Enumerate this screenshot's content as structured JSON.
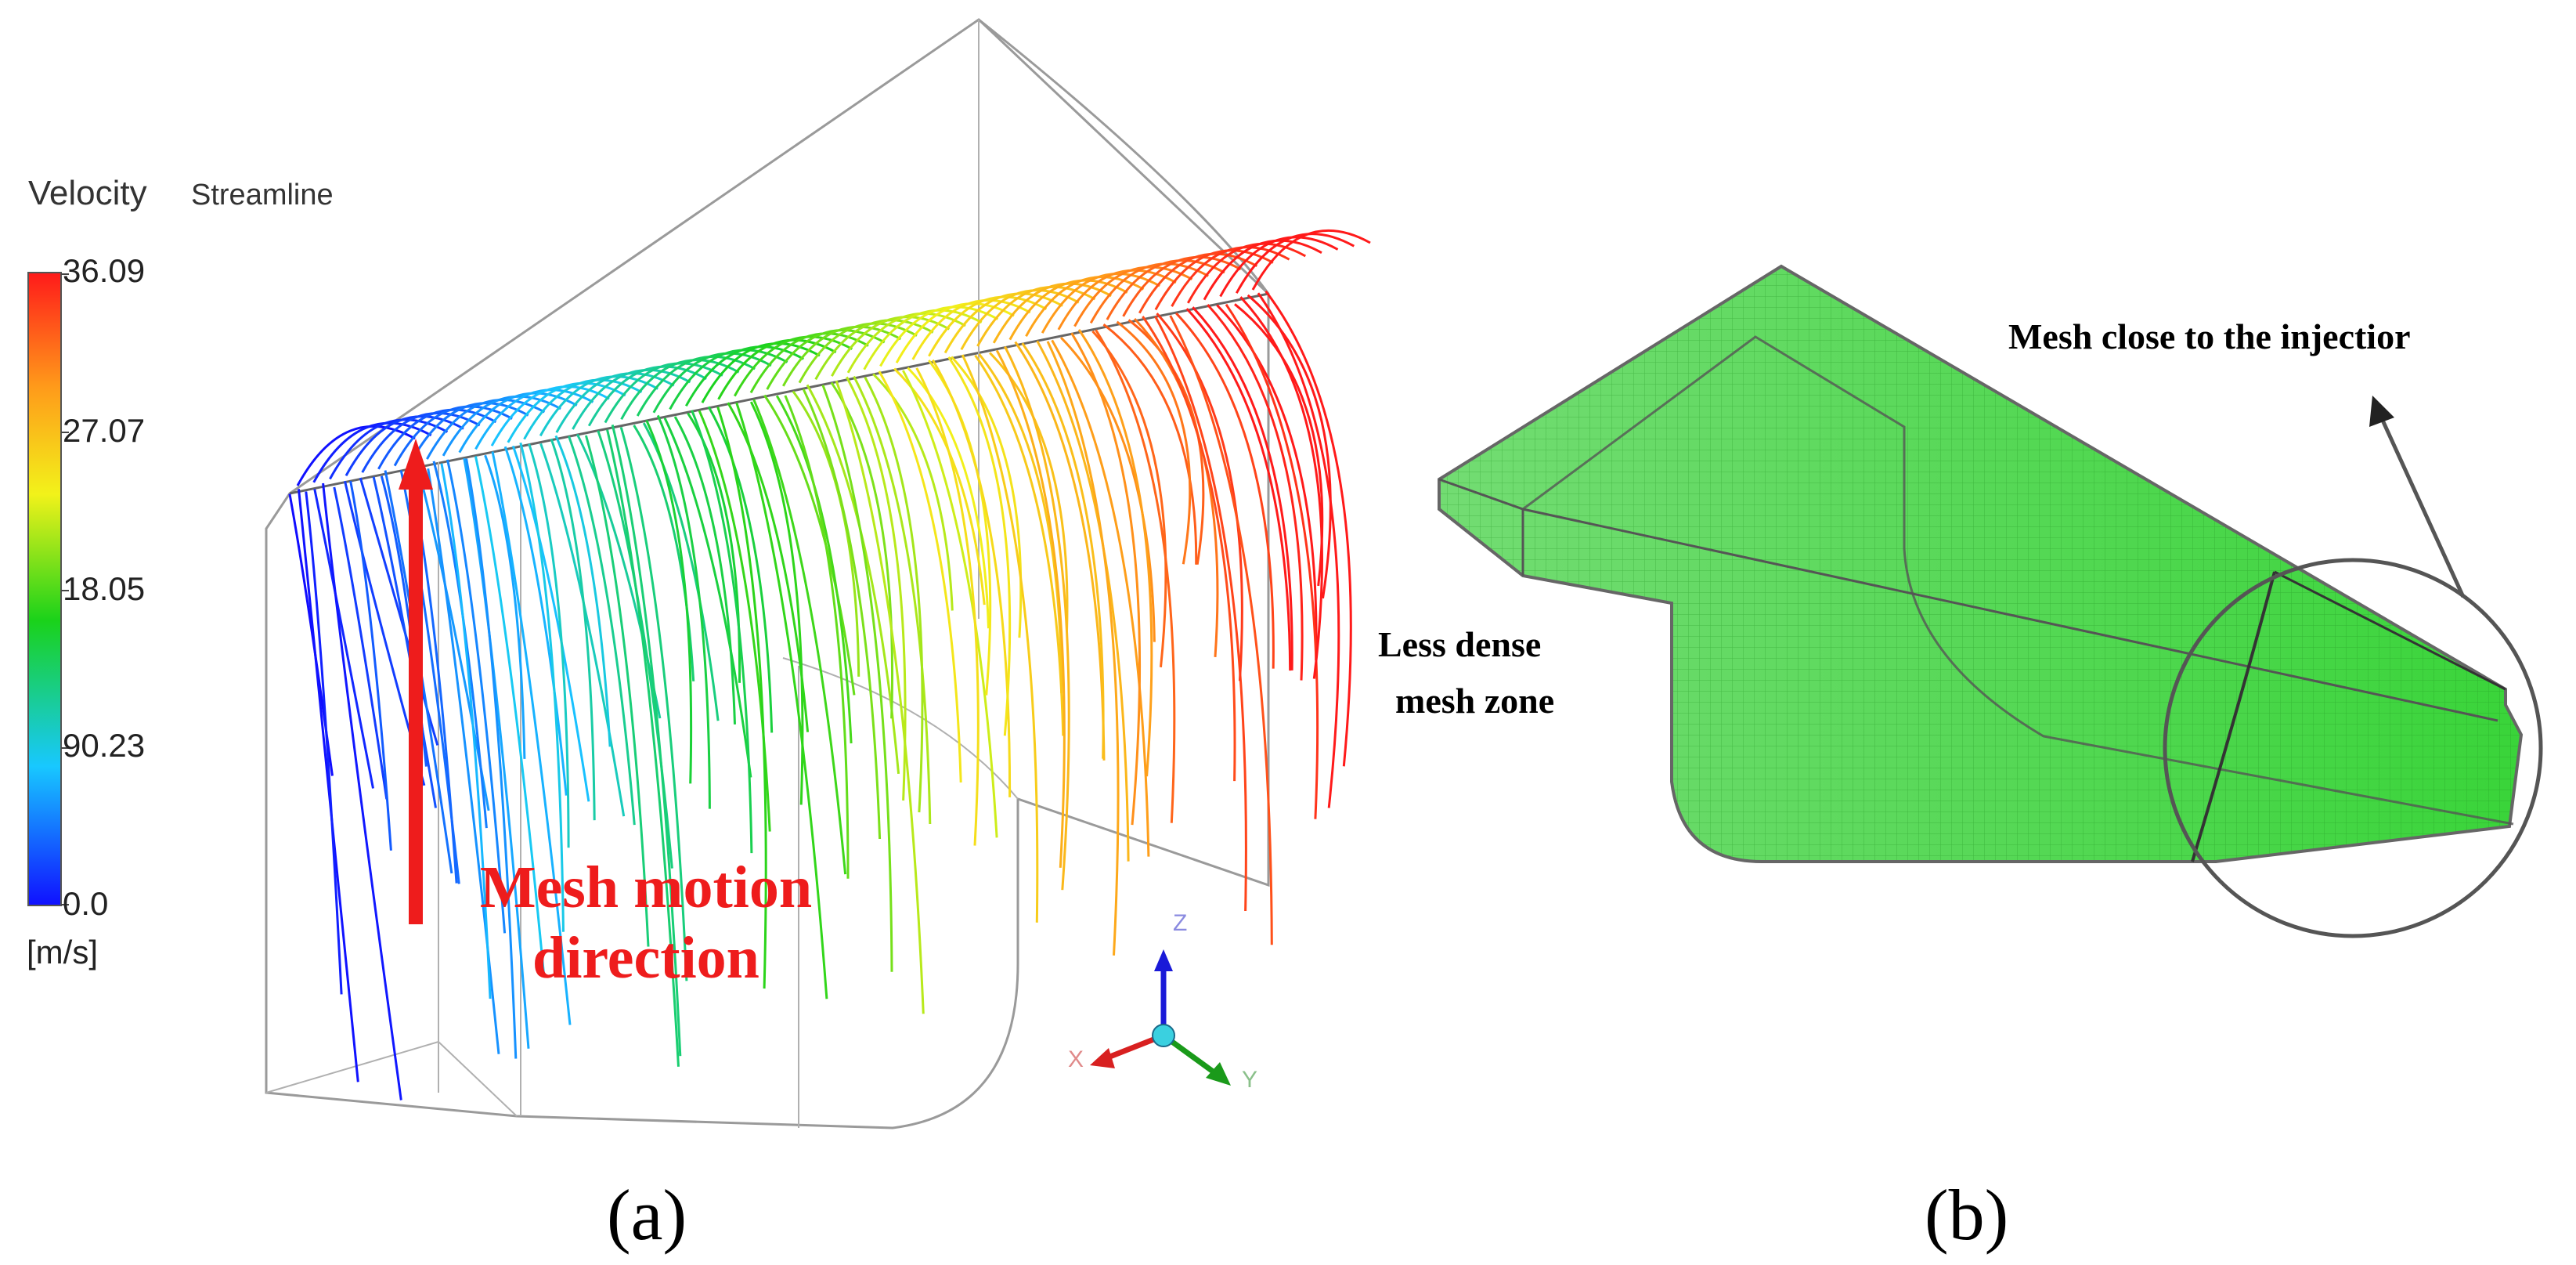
{
  "panel_a": {
    "legend": {
      "title": "Velocity",
      "subtitle": "Streamline",
      "ticks": [
        "36.09",
        "27.07",
        "18.05",
        "90.23",
        "0.0"
      ],
      "unit": "[m/s]",
      "colors": [
        "#ff1a1a",
        "#ff8c1a",
        "#f2f21a",
        "#1ad21a",
        "#1ae6e6",
        "#1a1aff"
      ]
    },
    "annotation": "Mesh motion direction",
    "axes": {
      "z": "Z",
      "x": "X",
      "y": "Y"
    },
    "label": "(a)"
  },
  "panel_b": {
    "annotation_mesh_dense": "Mesh close to the injectior",
    "annotation_mesh_sparse": "Less dense mesh zone",
    "label": "(b)",
    "mesh_color": "#3dcf3d"
  }
}
